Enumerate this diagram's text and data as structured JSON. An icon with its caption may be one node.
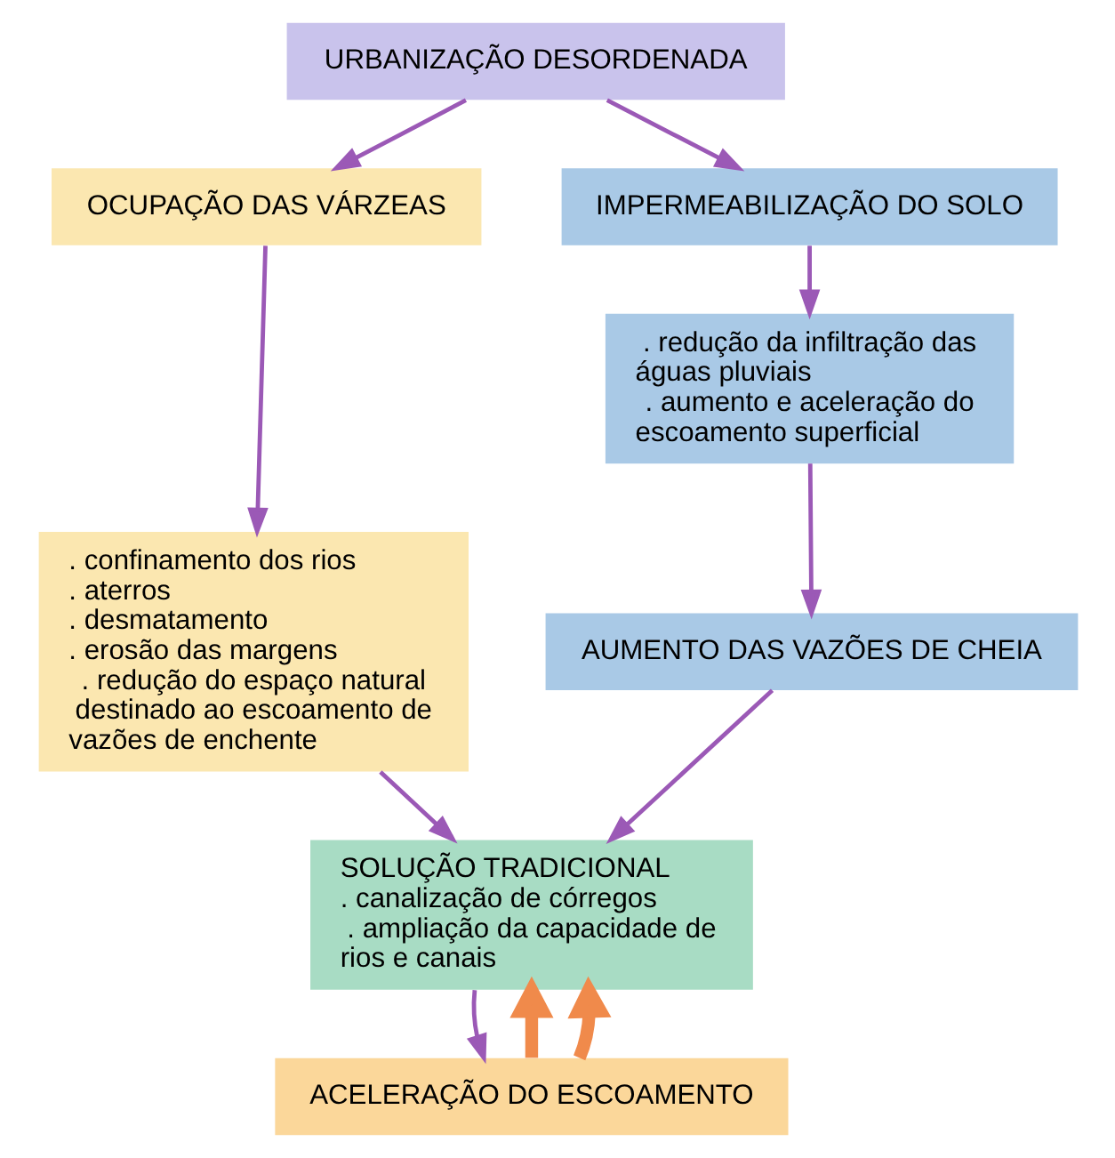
{
  "diagram": {
    "nodes": [
      {
        "text": [
          "URBANIZAÇÃO DESORDENADA"
        ]
      },
      {
        "text": [
          "OCUPAÇÃO DAS VÁRZEAS"
        ]
      },
      {
        "text": [
          ". confinamento dos rios",
          ". aterros",
          ". desmatamento",
          ". erosão das margens",
          ". redução do espaço natural destinado ao escoamento de vazões de enchente"
        ]
      },
      {
        "text": [
          "IMPERMEABILIZAÇÃO DO SOLO"
        ]
      },
      {
        "text": [
          ". redução da infiltração das águas pluviais",
          ". aumento e aceleração do escoamento superficial"
        ]
      },
      {
        "text": [
          "AUMENTO DAS VAZÕES DE CHEIA"
        ]
      },
      {
        "text": [
          "SOLUÇÃO TRADICIONAL",
          ". canalização de córregos",
          ". ampliação da capacidade de rios e canais"
        ]
      },
      {
        "text": [
          "ACELERAÇÃO DO ESCOAMENTO"
        ]
      }
    ],
    "edges": [
      {
        "from": 0,
        "to": 1,
        "arrow": "to"
      },
      {
        "from": 0,
        "to": 3,
        "arrow": "to"
      },
      {
        "from": 1,
        "to": 2,
        "arrow": "to"
      },
      {
        "from": 3,
        "to": 4,
        "arrow": "to"
      },
      {
        "from": 4,
        "to": 5,
        "arrow": "to"
      },
      {
        "from": 2,
        "to": 6,
        "arrow": "to"
      },
      {
        "from": 5,
        "to": 6,
        "arrow": "to"
      },
      {
        "from": 6,
        "to": 7,
        "arrow": "to"
      },
      {
        "from": 7,
        "to": 6,
        "arrow": "to",
        "style": "thick",
        "color": "#f08a4b"
      },
      {
        "from": 7,
        "to": 6,
        "arrow": "to",
        "style": "thick",
        "color": "#f08a4b"
      }
    ]
  }
}
